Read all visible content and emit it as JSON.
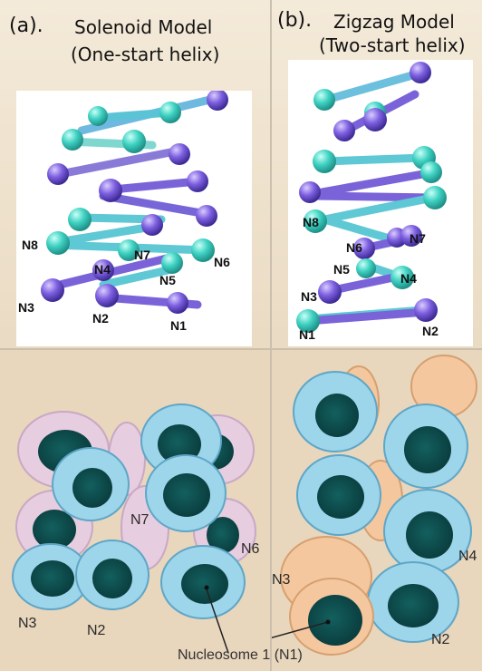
{
  "panel_a": {
    "letter": "(a).",
    "title": "Solenoid Model",
    "subtitle": "(One-start helix)",
    "labels": [
      "N1",
      "N2",
      "N3",
      "N4",
      "N5",
      "N6",
      "N7",
      "N8"
    ]
  },
  "panel_b": {
    "letter": "(b).",
    "title": "Zigzag Model",
    "subtitle": "(Two-start helix)",
    "labels": [
      "N1",
      "N2",
      "N3",
      "N4",
      "N5",
      "N6",
      "N7",
      "N8"
    ]
  },
  "bottom_a": {
    "labels": [
      "N7",
      "N6",
      "N3",
      "N2"
    ]
  },
  "bottom_b": {
    "labels": [
      "N3",
      "N4",
      "N2"
    ]
  },
  "caption": "Nucleosome 1 (N1)",
  "colors": {
    "cyan": "#4fd6c8",
    "purple": "#7a5cd6",
    "blue_ring": "#8fd0e6",
    "pink_ring": "#e6c9e0",
    "orange_ring": "#f3c49a",
    "core": "#0e4a4c"
  }
}
